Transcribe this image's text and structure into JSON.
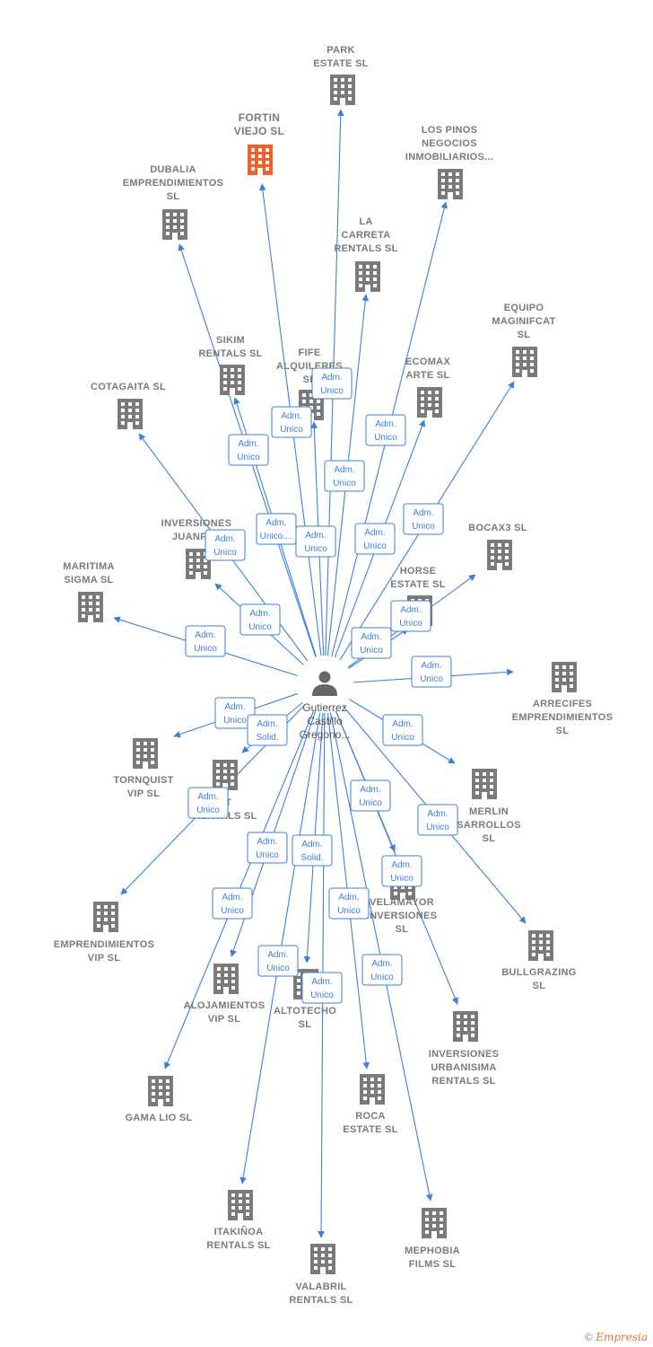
{
  "colors": {
    "edge": "#3d7fd9",
    "building": "#7a7a7a",
    "highlight": "#f0622d",
    "person": "#666666"
  },
  "center": {
    "lines": [
      "Gutierrez",
      "Castillo",
      "Gregorio..."
    ],
    "icon": "person-icon"
  },
  "companies": [
    {
      "id": "park-estate",
      "lines": [
        "PARK",
        "ESTATE  SL"
      ]
    },
    {
      "id": "fortin-viejo",
      "lines": [
        "FORTIN",
        "VIEJO  SL"
      ],
      "highlight": true
    },
    {
      "id": "los-pinos",
      "lines": [
        "LOS PINOS",
        "NEGOCIOS",
        "INMOBILIARIOS..."
      ]
    },
    {
      "id": "dubalia",
      "lines": [
        "DUBALIA",
        "EMPRENDIMIENTOS",
        "SL"
      ]
    },
    {
      "id": "la-carreta",
      "lines": [
        "LA",
        "CARRETA",
        "RENTALS  SL"
      ]
    },
    {
      "id": "equipo-maginifcat",
      "lines": [
        "EQUIPO",
        "MAGINIFCAT",
        "SL"
      ]
    },
    {
      "id": "sikim",
      "lines": [
        "SIKIM",
        "RENTALS  SL"
      ]
    },
    {
      "id": "fife",
      "lines": [
        "FIFE",
        "ALQUILERES",
        "SL"
      ]
    },
    {
      "id": "ecomax",
      "lines": [
        "ECOMAX",
        "ARTE  SL"
      ]
    },
    {
      "id": "cotagaita",
      "lines": [
        "COTAGAITA  SL"
      ]
    },
    {
      "id": "inversiones-juanflo",
      "lines": [
        "INVERSIONES",
        "JUANFLO"
      ]
    },
    {
      "id": "bocax3",
      "lines": [
        "BOCAX3  SL"
      ]
    },
    {
      "id": "maritima-sigma",
      "lines": [
        "MARITIMA",
        "SIGMA  SL"
      ]
    },
    {
      "id": "horse-estate",
      "lines": [
        "HORSE",
        "ESTATE  SL"
      ]
    },
    {
      "id": "arrecifes",
      "lines": [
        "ARRECIFES",
        "EMPRENDIMIENTOS",
        "SL"
      ]
    },
    {
      "id": "tornquist",
      "lines": [
        "TORNQUIST",
        "VIP  SL"
      ]
    },
    {
      "id": "et-rentals",
      "lines": [
        "ET",
        "RENTALS  SL"
      ]
    },
    {
      "id": "merlin",
      "lines": [
        "MERLIN",
        "SARROLLOS",
        "SL"
      ]
    },
    {
      "id": "emprendimientos-vip",
      "lines": [
        "EMPRENDIMIENTOS",
        "VIP  SL"
      ]
    },
    {
      "id": "velamayor",
      "lines": [
        "VELAMAYOR",
        "INVERSIONES",
        "SL"
      ]
    },
    {
      "id": "bullgrazing",
      "lines": [
        "BULLGRAZING",
        "SL"
      ]
    },
    {
      "id": "alojamientos",
      "lines": [
        "ALOJAMIENTOS",
        "VIP  SL"
      ]
    },
    {
      "id": "altotecho",
      "lines": [
        "ALTOTECHO",
        "SL"
      ]
    },
    {
      "id": "inversiones-urbanisima",
      "lines": [
        "INVERSIONES",
        "URBANISIMA",
        "RENTALS  SL"
      ]
    },
    {
      "id": "gama-lio",
      "lines": [
        "GAMA LIO  SL"
      ]
    },
    {
      "id": "roca-estate",
      "lines": [
        "ROCA",
        "ESTATE  SL"
      ]
    },
    {
      "id": "itakinoa",
      "lines": [
        "ITAKIÑOA",
        "RENTALS  SL"
      ]
    },
    {
      "id": "mephobia",
      "lines": [
        "MEPHOBIA",
        "FILMS  SL"
      ]
    },
    {
      "id": "valabril",
      "lines": [
        "VALABRIL",
        "RENTALS  SL"
      ]
    }
  ],
  "roles": [
    {
      "edge": "park-estate",
      "lines": [
        "Adm.",
        "Unico"
      ]
    },
    {
      "edge": "fortin-viejo",
      "lines": [
        "Adm.",
        "Unico"
      ]
    },
    {
      "edge": "los-pinos",
      "lines": [
        "Adm.",
        "Unico"
      ]
    },
    {
      "edge": "dubalia",
      "lines": [
        "Adm.",
        "Unico"
      ]
    },
    {
      "edge": "la-carreta",
      "lines": [
        "Adm.",
        "Unico"
      ]
    },
    {
      "edge": "equipo-maginifcat",
      "lines": [
        "Adm.",
        "Unico"
      ]
    },
    {
      "edge": "sikim",
      "lines": [
        "Adm.",
        "Unico...."
      ]
    },
    {
      "edge": "fife",
      "lines": [
        "Adm.",
        "Unico"
      ]
    },
    {
      "edge": "ecomax",
      "lines": [
        "Adm.",
        "Unico"
      ]
    },
    {
      "edge": "cotagaita",
      "lines": [
        "Adm.",
        "Unico"
      ]
    },
    {
      "edge": "inversiones-juanflo",
      "lines": [
        "Adm.",
        "Unico"
      ]
    },
    {
      "edge": "bocax3",
      "lines": [
        "Adm.",
        "Unico"
      ]
    },
    {
      "edge": "maritima-sigma",
      "lines": [
        "Adm.",
        "Unico"
      ]
    },
    {
      "edge": "horse-estate",
      "lines": [
        "Adm.",
        "Unico"
      ]
    },
    {
      "edge": "arrecifes",
      "lines": [
        "Adm.",
        "Unico"
      ]
    },
    {
      "edge": "tornquist",
      "lines": [
        "Adm.",
        "Unico"
      ]
    },
    {
      "edge": "et-rentals",
      "lines": [
        "Adm.",
        "Solid."
      ]
    },
    {
      "edge": "merlin",
      "lines": [
        "Adm.",
        "Unico"
      ]
    },
    {
      "edge": "emprendimientos-vip",
      "lines": [
        "Adm.",
        "Unico"
      ]
    },
    {
      "edge": "velamayor",
      "lines": [
        "Adm.",
        "Unico"
      ]
    },
    {
      "edge": "bullgrazing",
      "lines": [
        "Adm.",
        "Unico"
      ]
    },
    {
      "edge": "alojamientos",
      "lines": [
        "Adm.",
        "Unico"
      ]
    },
    {
      "edge": "altotecho",
      "lines": [
        "Adm.",
        "Solid."
      ]
    },
    {
      "edge": "inversiones-urbanisima",
      "lines": [
        "Adm.",
        "Unico"
      ]
    },
    {
      "edge": "gama-lio",
      "lines": [
        "Adm.",
        "Unico"
      ]
    },
    {
      "edge": "roca-estate",
      "lines": [
        "Adm.",
        "Unico"
      ]
    },
    {
      "edge": "itakinoa",
      "lines": [
        "Adm.",
        "Unico"
      ]
    },
    {
      "edge": "mephobia",
      "lines": [
        "Adm.",
        "Unico"
      ]
    },
    {
      "edge": "valabril",
      "lines": [
        "Adm.",
        "Unico"
      ]
    }
  ],
  "footer": {
    "copyright": "©",
    "brand": "Empresia"
  }
}
